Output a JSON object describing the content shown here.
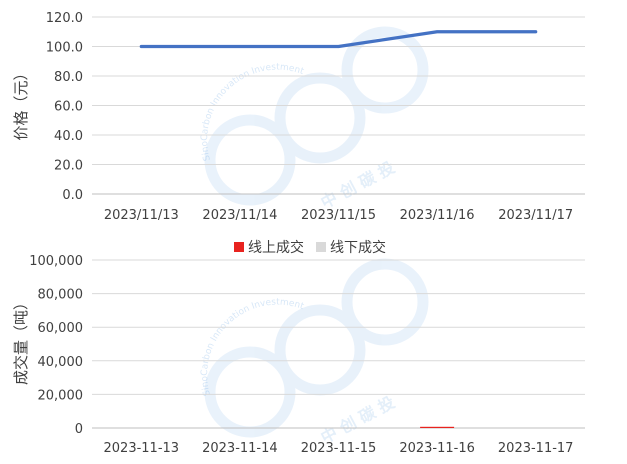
{
  "chart_data": [
    {
      "type": "line",
      "categories": [
        "2023/11/13",
        "2023/11/14",
        "2023/11/15",
        "2023/11/16",
        "2023/11/17"
      ],
      "series": [
        {
          "values": [
            100,
            100,
            100,
            110,
            110
          ],
          "color": "#4472C4"
        }
      ],
      "ylabel": "价格（元）",
      "ylim": [
        0,
        120
      ],
      "yticks": [
        "0.0",
        "20.0",
        "40.0",
        "60.0",
        "80.0",
        "100.0",
        "120.0"
      ],
      "grid": "horizontal"
    },
    {
      "type": "bar",
      "stacked": true,
      "categories": [
        "2023-11-13",
        "2023-11-14",
        "2023-11-15",
        "2023-11-16",
        "2023-11-17"
      ],
      "series": [
        {
          "name": "线上成交",
          "values": [
            0,
            0,
            0,
            600,
            0
          ],
          "color": "#E8231F"
        },
        {
          "name": "线下成交",
          "values": [
            0,
            0,
            0,
            0,
            0
          ],
          "color": "#D9D9D9"
        }
      ],
      "ylabel": "成交量（吨）",
      "ylim": [
        0,
        100000
      ],
      "yticks": [
        "0",
        "20,000",
        "40,000",
        "60,000",
        "80,000",
        "100,000"
      ],
      "legend": "top-center",
      "grid": "horizontal"
    }
  ],
  "watermark": {
    "brand_text": "SinoCarbon Innovation Investment",
    "cn_text": "中 创 碳 投"
  }
}
